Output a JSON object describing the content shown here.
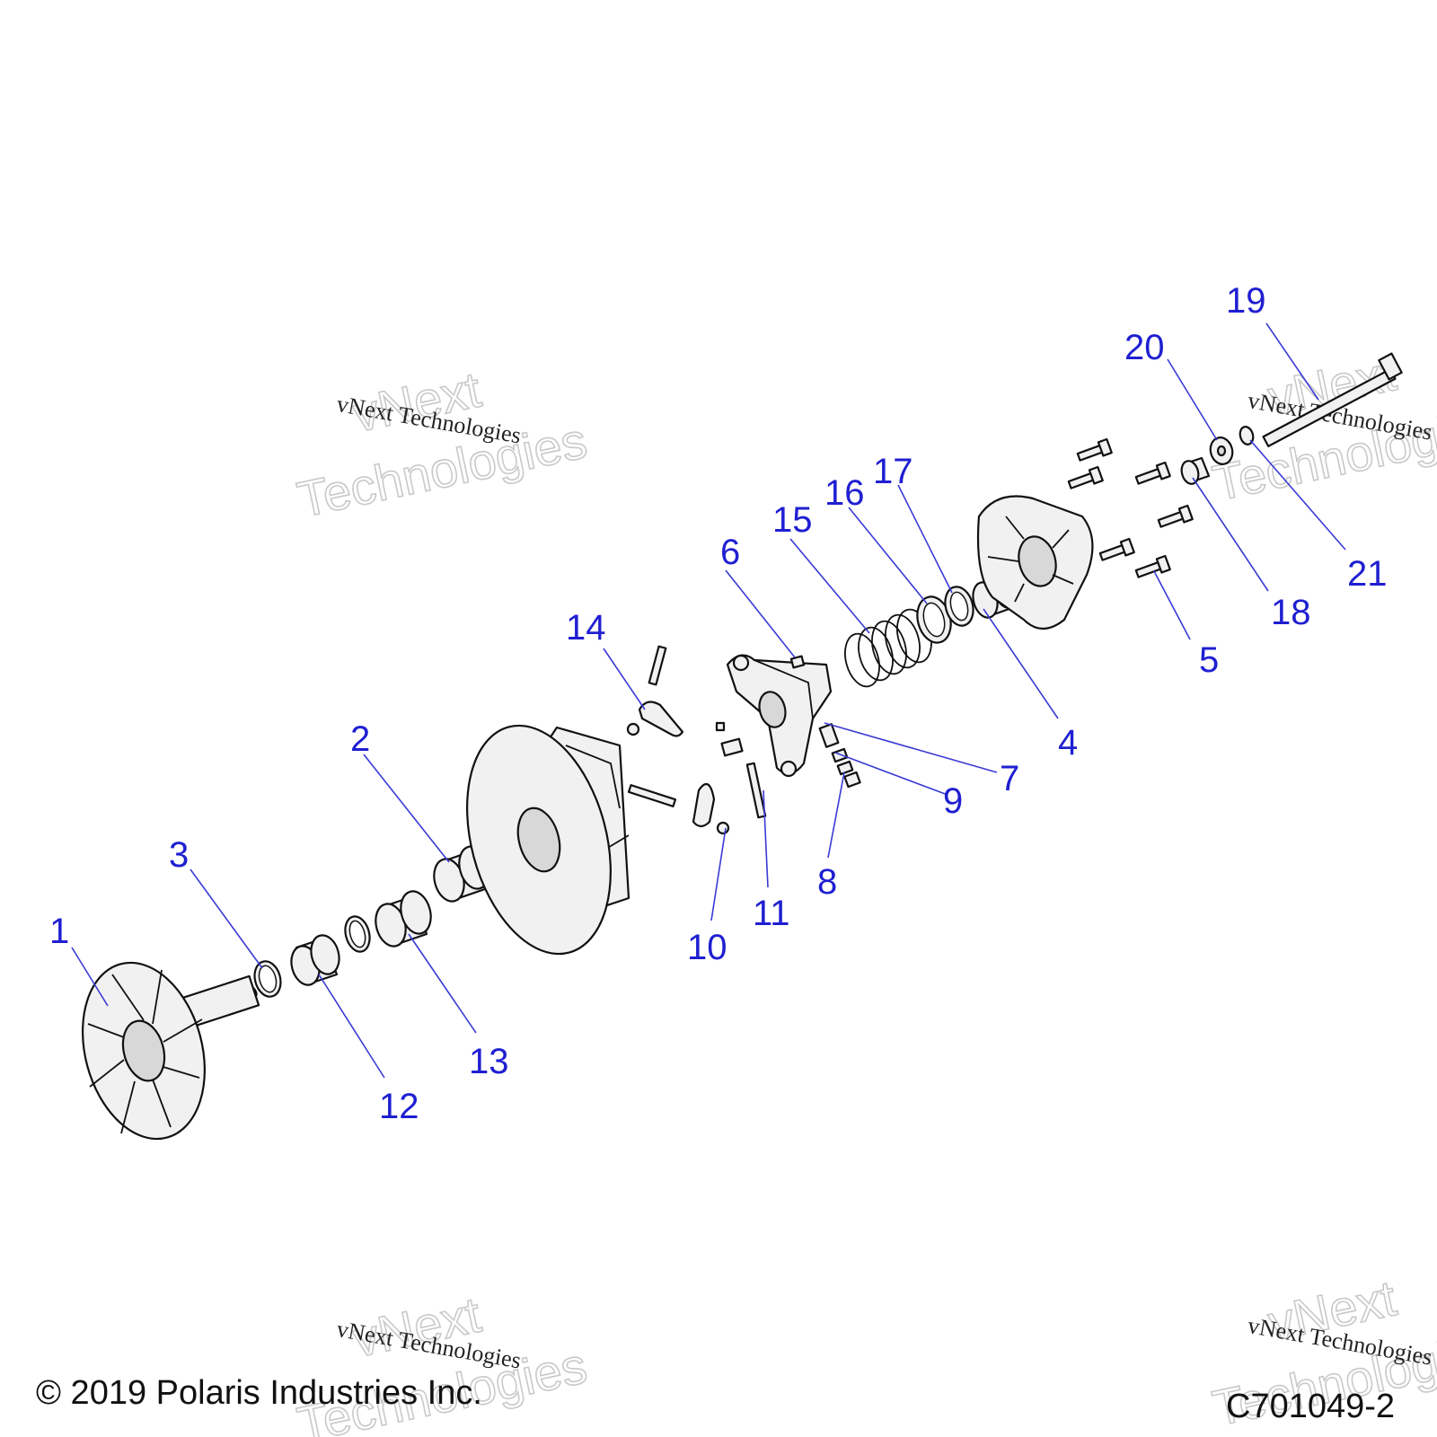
{
  "watermark": {
    "outline_line1": "vNext",
    "outline_line2": "Technologies",
    "script_text": "vNext Technologies"
  },
  "footer": {
    "copyright": "© 2019 Polaris Industries Inc.",
    "drawing_number": "C701049-2"
  },
  "callouts": {
    "c1": "1",
    "c2": "2",
    "c3": "3",
    "c4": "4",
    "c5": "5",
    "c6": "6",
    "c7": "7",
    "c8": "8",
    "c9": "9",
    "c10": "10",
    "c11": "11",
    "c12": "12",
    "c13": "13",
    "c14": "14",
    "c15": "15",
    "c16": "16",
    "c17": "17",
    "c18": "18",
    "c19": "19",
    "c20": "20",
    "c21": "21"
  },
  "colors": {
    "callout": "#1f1fd1",
    "line_art": "#111111",
    "watermark": "#c9c9c9"
  }
}
